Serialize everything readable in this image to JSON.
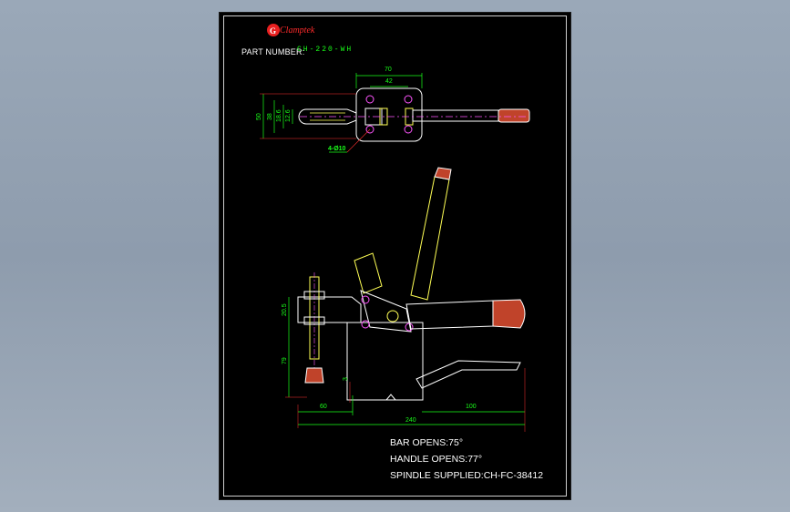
{
  "brand": {
    "name": "Clamptek",
    "accent": "#ff2b2b"
  },
  "part": {
    "label": "PART NUMBER:",
    "number": "CH-220-WH"
  },
  "top_view_dims": {
    "width": "70",
    "bolt_spacing": "42",
    "height": "50",
    "d1": "38",
    "d2": "18.6",
    "d3": "12.6",
    "holes": "4-Ø10"
  },
  "side_view_dims": {
    "upper": "20.5",
    "height": "79",
    "left": "60",
    "gap": "3",
    "handle": "100",
    "overall": "240"
  },
  "specs": {
    "bar_opens": "BAR OPENS:75°",
    "handle_opens": "HANDLE OPENS:77°",
    "spindle": "SPINDLE SUPPLIED:CH-FC-38412"
  },
  "colors": {
    "dimension": "#19ff19",
    "outline": "#ffffff",
    "part": "#ffff55",
    "grip": "#c0432a",
    "centerline": "#ff55ff"
  }
}
